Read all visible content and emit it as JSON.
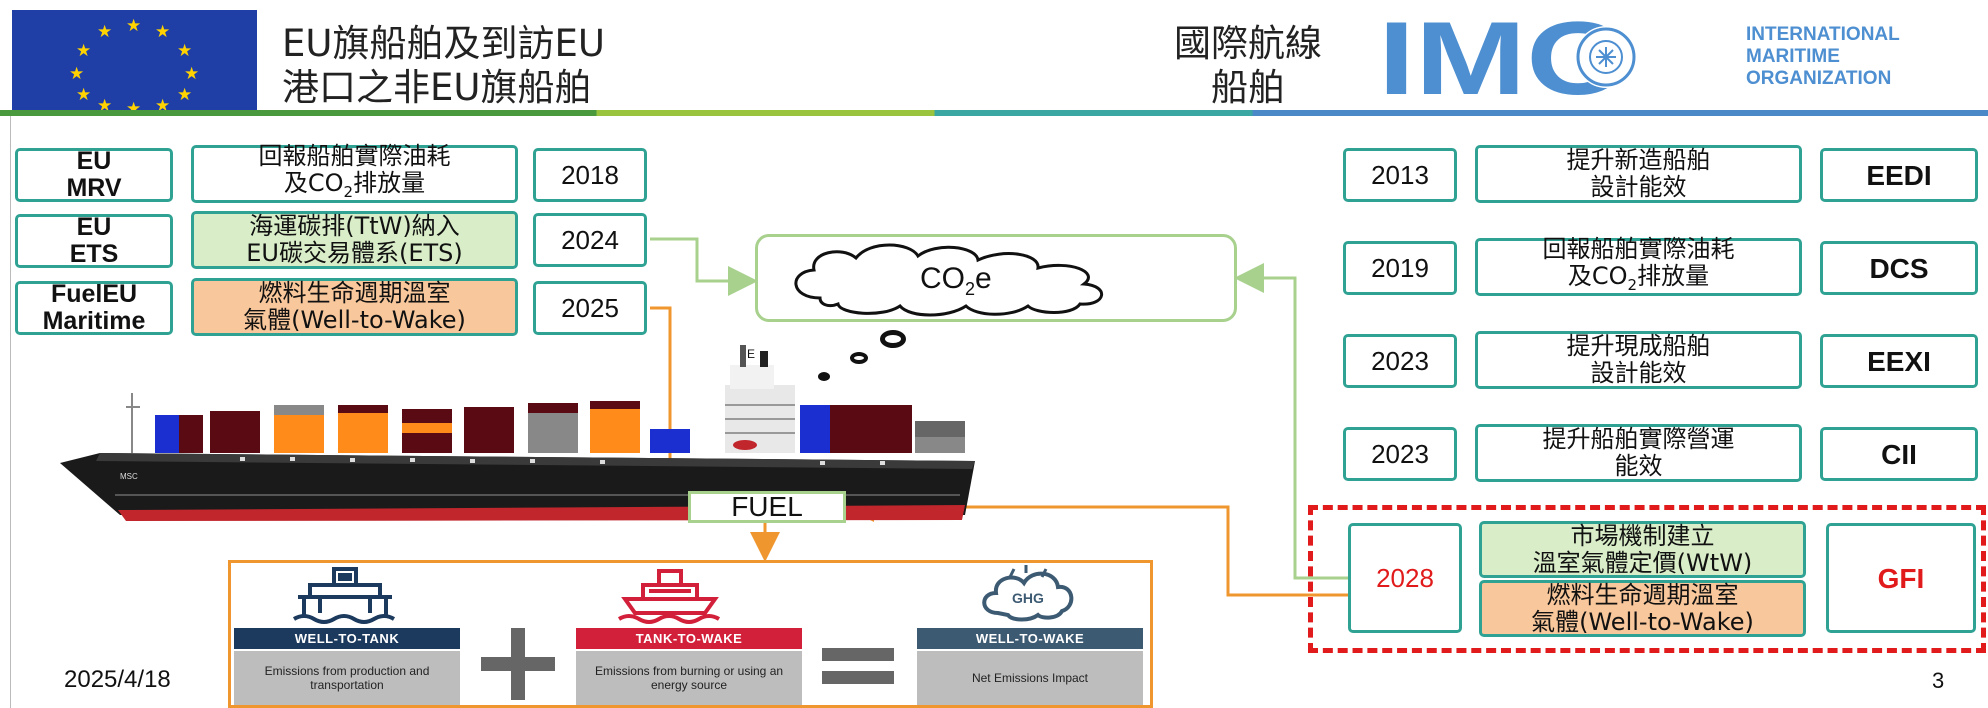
{
  "header": {
    "eu_title_line1": "EU旗船舶及到訪EU",
    "eu_title_line2": "港口之非EU旗船舶",
    "intl_title_line1": "國際航線",
    "intl_title_line2": "船舶",
    "imo_logo_letters": "IMO",
    "imo_text_line1": "INTERNATIONAL",
    "imo_text_line2": "MARITIME",
    "imo_text_line3": "ORGANIZATION"
  },
  "eu_rows": [
    {
      "name_line1": "EU",
      "name_line2": "MRV",
      "desc_line1": "回報船舶實際油耗",
      "desc_line2": "及CO",
      "desc_sub": "2",
      "desc_tail": "排放量",
      "year": "2018"
    },
    {
      "name_line1": "EU",
      "name_line2": "ETS",
      "desc_line1": "海運碳排(TtW)納入",
      "desc_line2": "EU碳交易體系(ETS)",
      "year": "2024"
    },
    {
      "name_line1": "FuelEU",
      "name_line2": "Maritime",
      "desc_line1": "燃料生命週期溫室",
      "desc_line2": "氣體(Well-to-Wake)",
      "year": "2025"
    }
  ],
  "imo_rows": [
    {
      "year": "2013",
      "desc_line1": "提升新造船舶",
      "desc_line2": "設計能效",
      "acronym": "EEDI"
    },
    {
      "year": "2019",
      "desc_line1": "回報船舶實際油耗",
      "desc_line2": "及CO",
      "desc_sub": "2",
      "desc_tail": "排放量",
      "acronym": "DCS"
    },
    {
      "year": "2023",
      "desc_line1": "提升現成船舶",
      "desc_line2": "設計能效",
      "acronym": "EEXI"
    },
    {
      "year": "2023",
      "desc_line1": "提升船舶實際營運",
      "desc_line2": "能效",
      "acronym": "CII"
    }
  ],
  "gfi": {
    "year": "2028",
    "desc1_line1": "市場機制建立",
    "desc1_line2": "溫室氣體定價(WtW)",
    "desc2_line1": "燃料生命週期溫室",
    "desc2_line2": "氣體(Well-to-Wake)",
    "acronym": "GFI"
  },
  "center": {
    "co2_main": "CO",
    "co2_sub": "2",
    "co2_tail": "e",
    "fuel": "FUEL",
    "ship_flag": "E"
  },
  "panel": {
    "wtt_label": "WELL-TO-TANK",
    "wtt_desc": "Emissions from production and transportation",
    "ttw_label": "TANK-TO-WAKE",
    "ttw_desc": "Emissions from burning or using an energy source",
    "wtw_label": "WELL-TO-WAKE",
    "wtw_desc": "Net Emissions Impact",
    "ghg_icon_text": "GHG"
  },
  "footer": {
    "date": "2025/4/18",
    "page": "3"
  },
  "colors": {
    "teal_border": "#2fa294",
    "green_fill": "#d8edc8",
    "orange_fill": "#f8c79b",
    "red_accent": "#e11b1b",
    "eu_blue": "#1f3fa6",
    "imo_blue": "#4d8fd1",
    "wtt_navy": "#1c3a5e",
    "ttw_red": "#d3203a",
    "wtw_slate": "#3d5a73"
  }
}
